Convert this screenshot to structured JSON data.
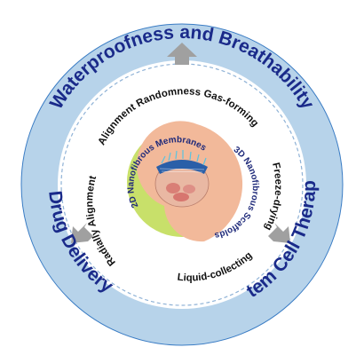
{
  "colors": {
    "outer_ring": "#b7d3ea",
    "outer_ring_stroke": "#3a7cc4",
    "dashed_circle": "#8fb2d6",
    "arrow": "#a0a0a0",
    "green_fill": "#c8e06a",
    "peach_fill": "#f2b99a",
    "app_text": "#1a2a8a",
    "core_text": "#1f2a7a"
  },
  "applications": {
    "top": "Waterproofness and Breathability",
    "left": "Drug Delivery",
    "right": "Stem Cell Therapy"
  },
  "methods": {
    "upper": "Alignment Randomness  Gas-forming",
    "left": "Radially Alignment",
    "right": "Freeze-drying",
    "bottom": "Liquid-collecting"
  },
  "core": {
    "membranes": "2D Nanofibrous Membranes",
    "scaffolds": "3D Nanofibrous Scaffolds"
  },
  "icons": {
    "top_arrow": "arrow-up-icon",
    "left_arrow": "arrow-down-left-icon",
    "right_arrow": "arrow-down-right-icon",
    "nanofiber_graphic": "nanofiber-illustration-icon"
  }
}
